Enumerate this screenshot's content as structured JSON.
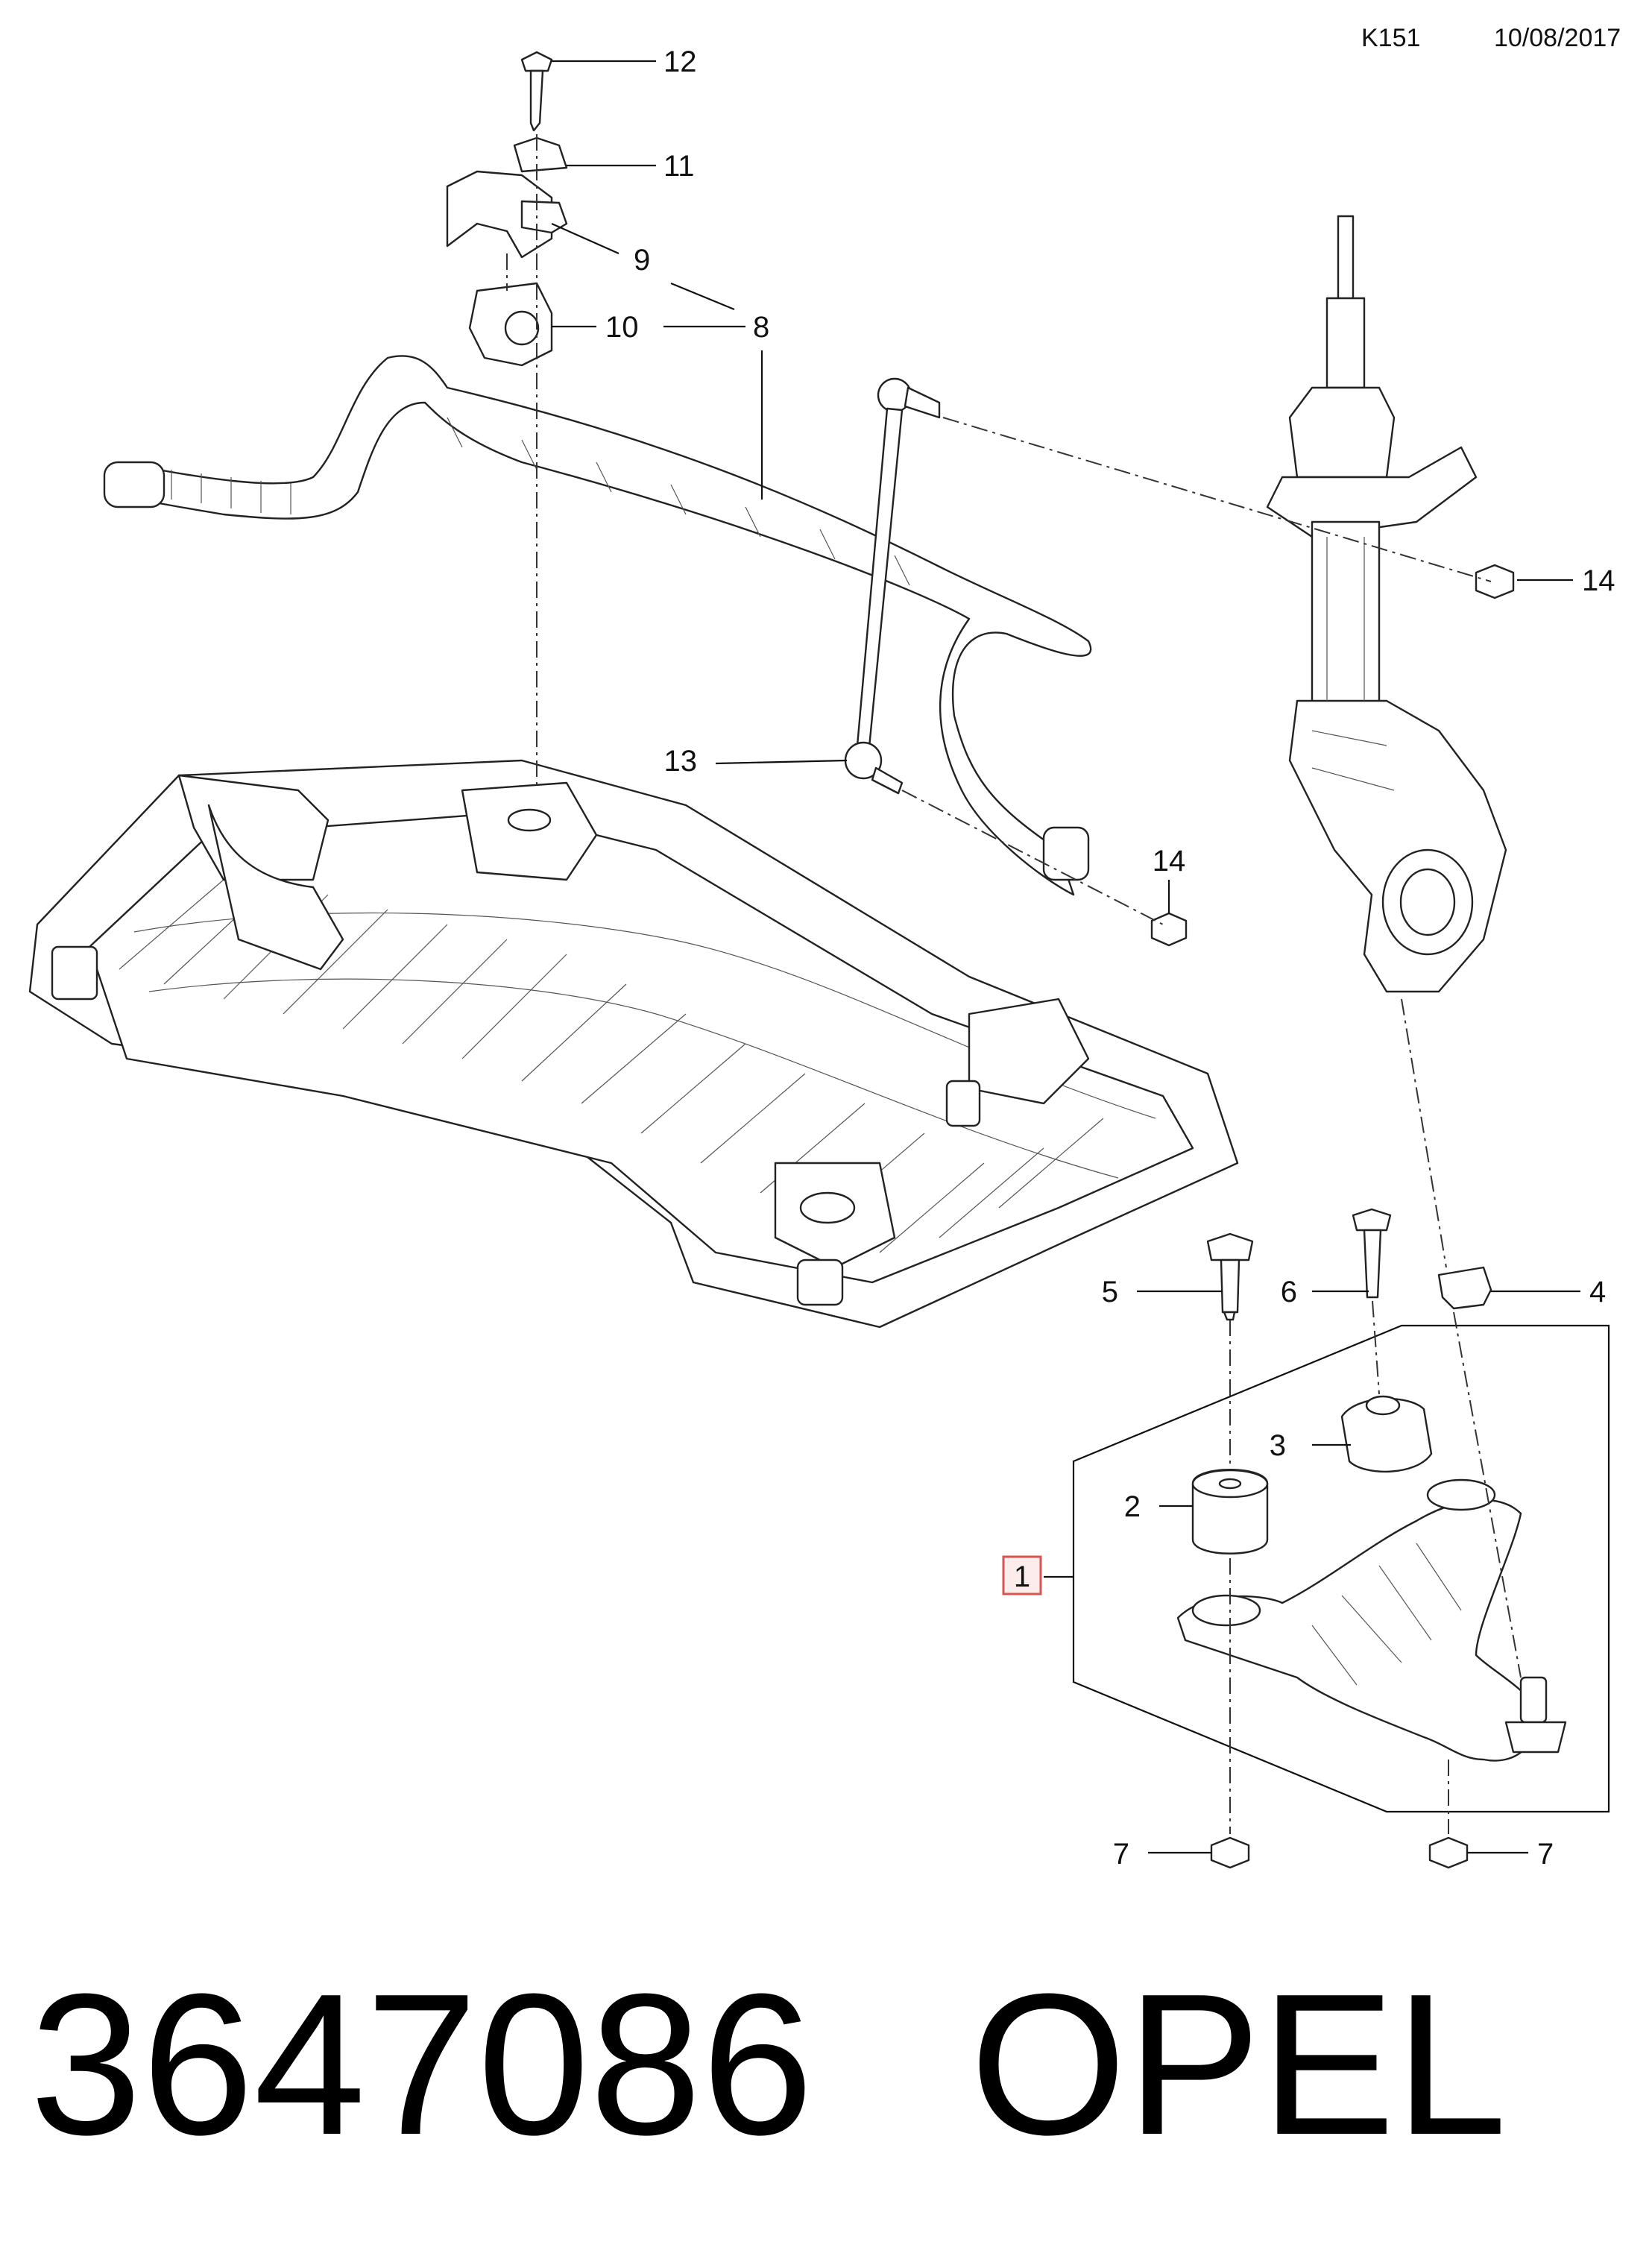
{
  "header": {
    "code": "K151",
    "date": "10/08/2017"
  },
  "callouts": {
    "c1": "1",
    "c2": "2",
    "c3": "3",
    "c4": "4",
    "c5": "5",
    "c6": "6",
    "c7a": "7",
    "c7b": "7",
    "c8": "8",
    "c9": "9",
    "c10": "10",
    "c11": "11",
    "c12": "12",
    "c13": "13",
    "c14a": "14",
    "c14b": "14"
  },
  "footer": {
    "part_number": "3647086",
    "brand": "OPEL"
  },
  "colors": {
    "line": "#111111",
    "highlight_border": "#d9534f",
    "highlight_fill": "#fdecec"
  }
}
